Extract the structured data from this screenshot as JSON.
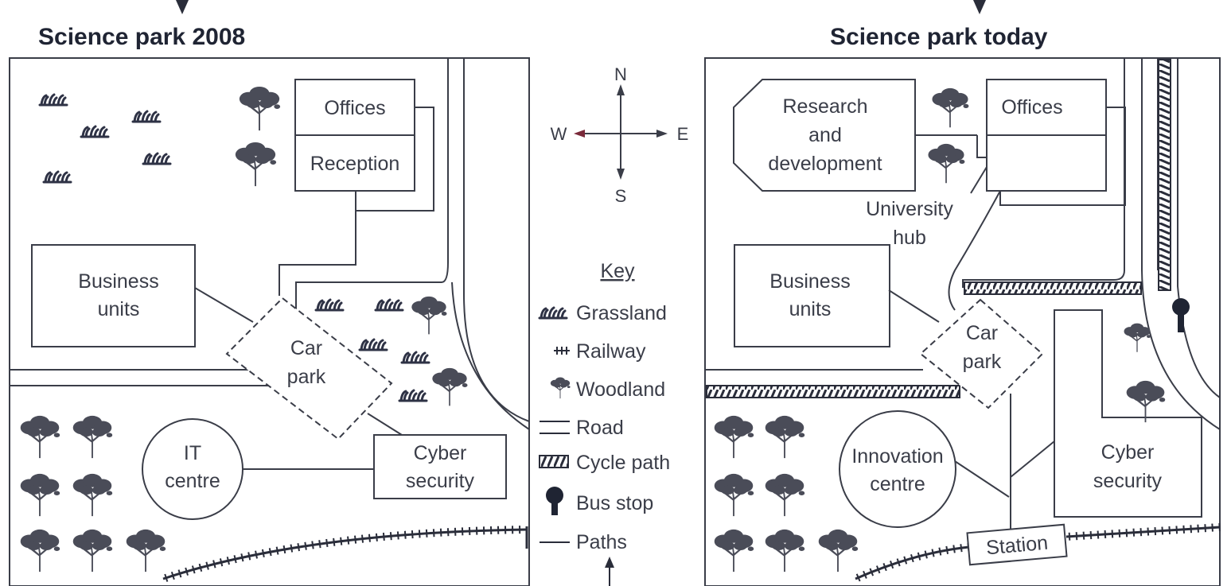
{
  "maps": [
    {
      "title": "Science park  2008",
      "labels": {
        "offices": "Offices",
        "reception": "Reception",
        "business_units": [
          "Business",
          "units"
        ],
        "car_park": [
          "Car",
          "park"
        ],
        "it_centre": [
          "IT",
          "centre"
        ],
        "cyber_security": [
          "Cyber",
          "security"
        ]
      }
    },
    {
      "title": "Science park today",
      "labels": {
        "research": [
          "Research",
          "and",
          "development"
        ],
        "offices": "Offices",
        "university_hub": [
          "University",
          "hub"
        ],
        "business_units": [
          "Business",
          "units"
        ],
        "car_park": [
          "Car",
          "park"
        ],
        "innovation_centre": [
          "Innovation",
          "centre"
        ],
        "cyber_security": [
          "Cyber",
          "security"
        ],
        "station": "Station"
      }
    }
  ],
  "compass": {
    "n": "N",
    "s": "S",
    "e": "E",
    "w": "W"
  },
  "key": {
    "title": "Key",
    "items": [
      {
        "icon": "grassland-icon",
        "label": "Grassland"
      },
      {
        "icon": "railway-icon",
        "label": "Railway"
      },
      {
        "icon": "woodland-icon",
        "label": "Woodland"
      },
      {
        "icon": "road-icon",
        "label": "Road"
      },
      {
        "icon": "cycle-path-icon",
        "label": "Cycle path"
      },
      {
        "icon": "bus-stop-icon",
        "label": "Bus stop"
      },
      {
        "icon": "paths-icon",
        "label": "Paths"
      }
    ]
  },
  "colors": {
    "ink": "#3a3d48",
    "title": "#1f2433"
  }
}
